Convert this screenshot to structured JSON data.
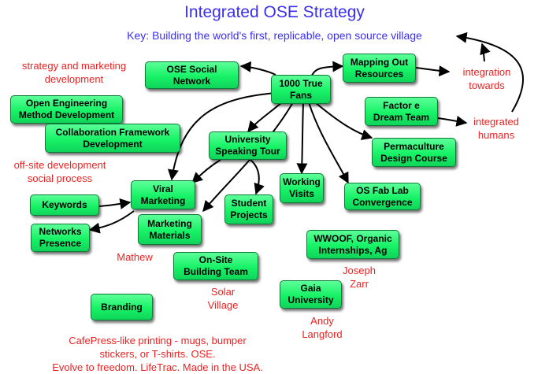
{
  "title": "Integrated OSE Strategy",
  "key": "Key: Building the world's first, replicable, open source village",
  "nodes": {
    "true_fans": "1000 True\nFans",
    "social_network": "OSE Social\nNetwork",
    "mapping_resources": "Mapping Out\nResources",
    "factor_e": "Factor e\nDream Team",
    "open_engineering": "Open Engineering\nMethod Development",
    "collaboration_framework": "Collaboration Framework\nDevelopment",
    "university_tour": "University\nSpeaking Tour",
    "permaculture": "Permaculture\nDesign Course",
    "working_visits": "Working\nVisits",
    "os_fab_lab": "OS Fab Lab\nConvergence",
    "viral_marketing": "Viral\nMarketing",
    "student_projects": "Student\nProjects",
    "keywords": "Keywords",
    "marketing_materials": "Marketing\nMaterials",
    "networks_presence": "Networks\nPresence",
    "onsite_building": "On-Site\nBuilding Team",
    "wwoof": "WWOOF, Organic\nInternships, Ag",
    "gaia": "Gaia\nUniversity",
    "branding": "Branding"
  },
  "notes": {
    "strategy_marketing": "strategy and marketing\ndevelopment",
    "integration_towards": "integration\ntowards",
    "integrated_humans": "integrated\nhumans",
    "offsite_development": "off-site development\nsocial process",
    "mathew": "Mathew",
    "solar_village": "Solar\nVillage",
    "joseph_zarr": "Joseph\nZarr",
    "andy_langford": "Andy\nLangford",
    "cafepress": "CafePress-like printing - mugs, bumper\nstickers, or T-shirts. OSE.\nEvolve to freedom. LifeTrac. Made in the USA."
  },
  "colors": {
    "title_blue": "#3a2ff0",
    "note_red": "#ee2222",
    "node_green": "#17f266",
    "node_border": "#0b7a35",
    "arrow": "#000000"
  }
}
